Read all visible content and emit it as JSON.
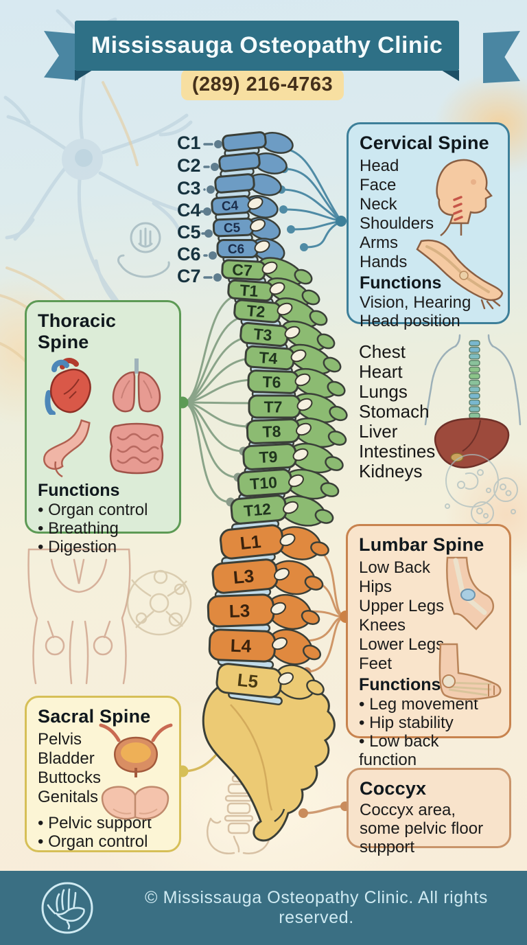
{
  "header": {
    "title": "Mississauga Osteopathy Clinic",
    "phone": "(289) 216-4763"
  },
  "cervical": {
    "title": "Cervical Spine",
    "areas": [
      "Head",
      "Face",
      "Neck",
      "Shoulders",
      "Arms",
      "Hands"
    ],
    "functions_label": "Functions",
    "functions": [
      "Vision, Hearing",
      "Head position"
    ]
  },
  "thoracic": {
    "title": "Thoracic Spine",
    "functions_label": "Functions",
    "functions": [
      "• Organ control",
      "• Breathing",
      "• Digestion"
    ],
    "areas": [
      "Chest",
      "Heart",
      "Lungs",
      "Stomach",
      "Liver",
      "Intestines",
      "Kidneys"
    ]
  },
  "lumbar": {
    "title": "Lumbar Spine",
    "areas": [
      "Low Back",
      "Hips",
      "Upper Legs",
      "Knees",
      "Lower Legs",
      "Feet"
    ],
    "functions_label": "Functions",
    "functions": [
      "• Leg movement",
      "• Hip stability",
      "• Low back function"
    ]
  },
  "sacral": {
    "title": "Sacral Spine",
    "areas": [
      "Pelvis",
      "Bladder",
      "Buttocks",
      "Genitals"
    ],
    "functions": [
      "• Pelvic support",
      "• Organ control"
    ]
  },
  "coccyx": {
    "title": "Coccyx",
    "description": "Coccyx area, some pelvic floor support"
  },
  "spine": {
    "left_labels": [
      "C1",
      "C2",
      "C3",
      "C4",
      "C5",
      "C6",
      "C7"
    ],
    "vertebra_labels": [
      "C4",
      "C5",
      "C6",
      "C7",
      "T1",
      "T2",
      "T3",
      "T4",
      "T6",
      "T7",
      "T8",
      "T9",
      "T10",
      "T12",
      "L1",
      "L3",
      "L3",
      "L4",
      "L5"
    ],
    "segments": [
      {
        "name": "Cervical",
        "color": "#6d9cc4"
      },
      {
        "name": "Thoracic",
        "color": "#8cbb72"
      },
      {
        "name": "Lumbar",
        "color": "#e0893f"
      },
      {
        "name": "Sacral",
        "color": "#ecca74"
      }
    ]
  },
  "footer": {
    "text": "© Mississauga Osteopathy Clinic. All rights reserved."
  },
  "colors": {
    "ribbon": "#2e7086",
    "phone_bg": "#f7dfa1",
    "cervical_box": "#cde8f1",
    "cervical_border": "#3d7f99",
    "thoracic_box": "#dcecd7",
    "thoracic_border": "#5d9a55",
    "lumbar_box": "#f9e4cb",
    "lumbar_border": "#c8834e",
    "sacral_box": "#fcf5d5",
    "sacral_border": "#d6bf57",
    "coccyx_box": "#f8e3cb",
    "coccyx_border": "#c9946a",
    "footer_bar": "#3a6f83",
    "disc": "#c2dcea"
  }
}
